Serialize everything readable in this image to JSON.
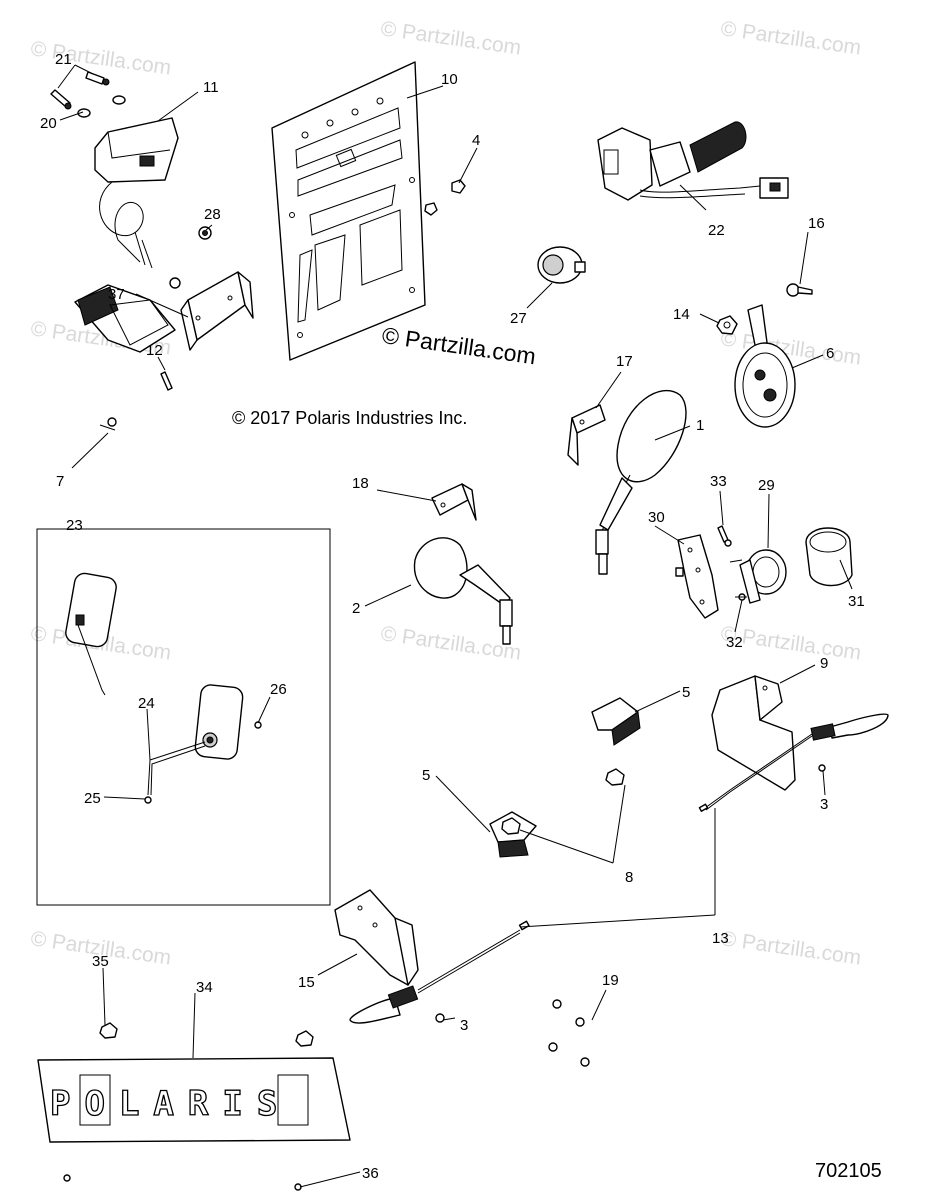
{
  "watermark": "© Partzilla.com",
  "partzilla_stamp": "© Partzilla.com",
  "copyright": "© 2017  Polaris Industries Inc.",
  "document_number": "702105",
  "plate_text": "POLARIS",
  "callouts": {
    "c1": "1",
    "c2": "2",
    "c3a": "3",
    "c3b": "3",
    "c4": "4",
    "c5a": "5",
    "c5b": "5",
    "c6": "6",
    "c7": "7",
    "c8": "8",
    "c9": "9",
    "c10": "10",
    "c11": "11",
    "c12": "12",
    "c13": "13",
    "c14": "14",
    "c15": "15",
    "c16": "16",
    "c17": "17",
    "c18": "18",
    "c19": "19",
    "c20": "20",
    "c21": "21",
    "c22": "22",
    "c23": "23",
    "c24": "24",
    "c25": "25",
    "c26": "26",
    "c27": "27",
    "c28": "28",
    "c29": "29",
    "c30": "30",
    "c31": "31",
    "c32": "32",
    "c33": "33",
    "c34": "34",
    "c35": "35",
    "c36": "36",
    "c37": "37"
  }
}
